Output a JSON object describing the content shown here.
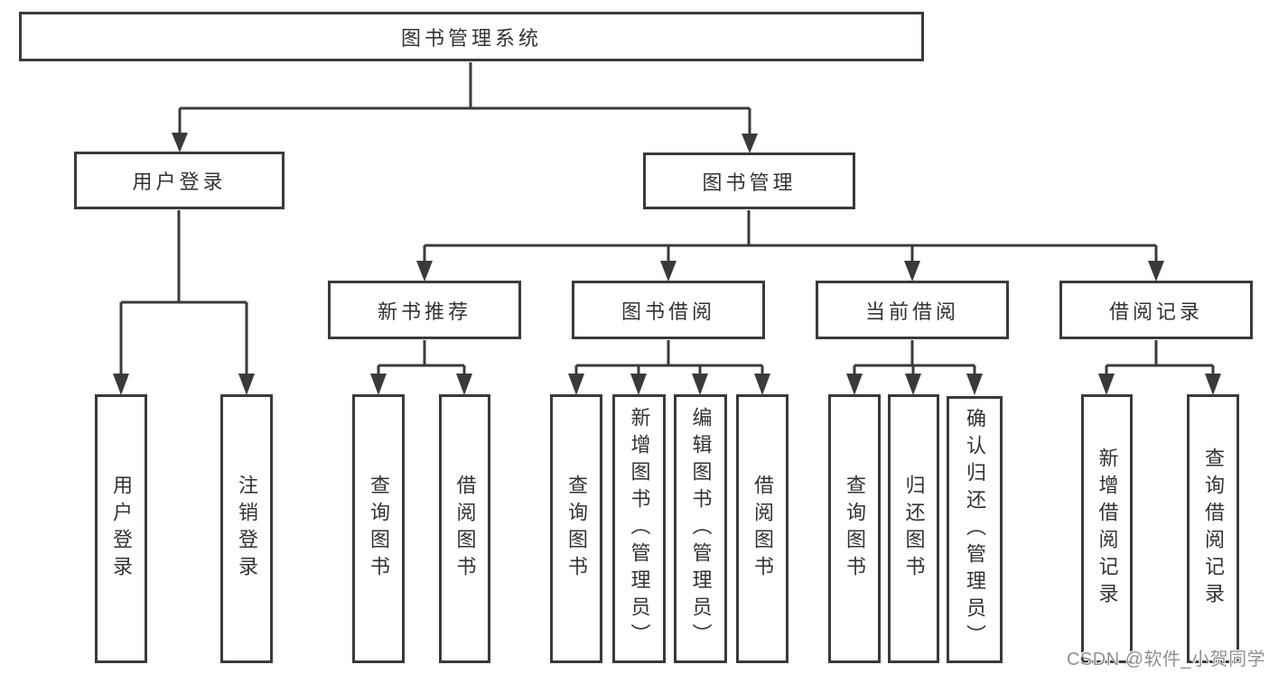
{
  "diagram_title": "图书管理系统",
  "colors": {
    "line": "#3a3a3a",
    "box_border": "#3a3a3a",
    "text": "#333333",
    "background": "#ffffff",
    "watermark": "#909090"
  },
  "tree": {
    "label": "图书管理系统",
    "children": [
      {
        "label": "用户登录",
        "children": [
          {
            "label": "用户登录"
          },
          {
            "label": "注销登录"
          }
        ]
      },
      {
        "label": "图书管理",
        "children": [
          {
            "label": "新书推荐",
            "children": [
              {
                "label": "查询图书"
              },
              {
                "label": "借阅图书"
              }
            ]
          },
          {
            "label": "图书借阅",
            "children": [
              {
                "label": "查询图书"
              },
              {
                "label": "新增图书（管理员）"
              },
              {
                "label": "编辑图书（管理员）"
              },
              {
                "label": "借阅图书"
              }
            ]
          },
          {
            "label": "当前借阅",
            "children": [
              {
                "label": "查询图书"
              },
              {
                "label": "归还图书"
              },
              {
                "label": "确认归还（管理员）"
              }
            ]
          },
          {
            "label": "借阅记录",
            "children": [
              {
                "label": "新增借阅记录"
              },
              {
                "label": "查询借阅记录"
              }
            ]
          }
        ]
      }
    ]
  },
  "watermark": "CSDN @软件_小贺同学"
}
